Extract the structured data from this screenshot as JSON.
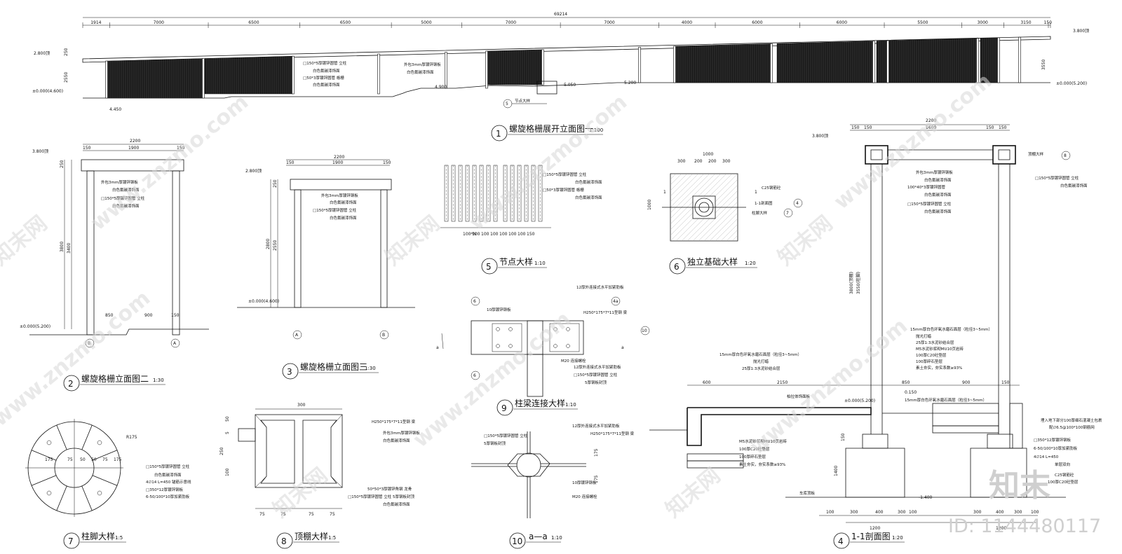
{
  "drawing_views": [
    {
      "number": "1",
      "title": "螺旋格栅展开立面图一",
      "scale": "1:100"
    },
    {
      "number": "2",
      "title": "螺旋格栅立面图二",
      "scale": "1:30"
    },
    {
      "number": "3",
      "title": "螺旋格栅立面图三",
      "scale": "1:30"
    },
    {
      "number": "4",
      "title": "1-1剖面图",
      "scale": "1:20"
    },
    {
      "number": "5",
      "title": "节点大样",
      "scale": "1:10"
    },
    {
      "number": "6",
      "title": "独立基础大样",
      "scale": "1:20"
    },
    {
      "number": "7",
      "title": "柱脚大样",
      "scale": "1:5"
    },
    {
      "number": "8",
      "title": "顶棚大样",
      "scale": "1:5"
    },
    {
      "number": "9",
      "title": "柱梁连接大样",
      "scale": "1:10"
    },
    {
      "number": "10",
      "title": "a—a",
      "scale": "1:10"
    }
  ],
  "elevation1": {
    "total": "69214",
    "spans": [
      "1914",
      "7000",
      "6500",
      "6500",
      "5000",
      "7000",
      "7000",
      "4000",
      "6000",
      "6000",
      "5500",
      "3000",
      "3150",
      "150"
    ],
    "levels": [
      "2.800顶",
      "±0.000(4.600)",
      "4.450",
      "4.900",
      "5.050",
      "5.200",
      "3.800顶",
      "±0.000(5.200)"
    ],
    "heights": [
      "250",
      "2550",
      "3550"
    ],
    "notes": [
      "□150*5厚镀锌圆管 立柱",
      "白色氟碳漆饰面",
      "□50*3厚镀锌圆管 格栅",
      "白色氟碳漆饰面",
      "外包3mm厚镀锌钢板",
      "白色氟碳漆饰面"
    ],
    "callout": "节点大样",
    "callout_ref": "5"
  },
  "elevation2": {
    "dims": [
      "2200",
      "150",
      "1900",
      "150",
      "250",
      "3800",
      "3400",
      "850",
      "900",
      "150"
    ],
    "levels": [
      "3.800顶",
      "±0.000(5.200)"
    ],
    "notes": [
      "外包3mm厚镀锌钢板",
      "白色氟碳漆饰面",
      "□150*5厚镀锌圆管 立柱",
      "白色氟碳漆饰面"
    ],
    "axes": [
      "B",
      "A"
    ]
  },
  "elevation3": {
    "dims": [
      "2200",
      "150",
      "1900",
      "150",
      "250",
      "2800",
      "2550"
    ],
    "levels": [
      "2.800顶",
      "±0.000(4.600)"
    ],
    "notes": [
      "外包3mm厚镀锌钢板",
      "白色氟碳漆饰面",
      "□150*5厚镀锌圆管 立柱",
      "白色氟碳漆饰面"
    ],
    "axes": [
      "A",
      "B"
    ]
  },
  "detail5": {
    "dims": [
      "100*N",
      "100",
      "100",
      "100",
      "100",
      "100",
      "100",
      "150"
    ],
    "notes": [
      "□150*5厚镀锌圆管 立柱",
      "白色氟碳漆饰面",
      "□50*3厚镀锌圆管 格栅",
      "白色氟碳漆饰面"
    ]
  },
  "detail6": {
    "dims": [
      "1000",
      "300",
      "200",
      "200",
      "300",
      "1000"
    ],
    "notes": [
      "C25钢筋砼",
      "1-1剖面图",
      "柱脚大样"
    ],
    "refs": [
      "4",
      "7"
    ],
    "cut": "1"
  },
  "section4": {
    "top_dims": [
      "2200",
      "150",
      "150",
      "1600",
      "150",
      "150"
    ],
    "bottom_dims": [
      "100",
      "300",
      "400",
      "300",
      "100",
      "1200",
      "300",
      "400",
      "300",
      "100",
      "1200"
    ],
    "mid_dims": [
      "600",
      "2150",
      "850",
      "900",
      "150"
    ],
    "levels": [
      "3.800顶",
      "±0.000(5.200)",
      "0.150",
      "-1.400"
    ],
    "labels": [
      "顶棚大样",
      "8",
      "3800(顶棚)",
      "3550(柱脚)",
      "1400",
      "150",
      "柏拉体饰面板",
      "车库顶板"
    ],
    "notes_left": [
      "15mm厚白色环氧水磨石面层（粒径3~5mm）",
      "抛光打蜡",
      "25厚1:3水泥砂结合层",
      "M5水泥砂浆砌MU10页岩砖",
      "100厚C20砼垫层",
      "100厚碎石垫层",
      "素土夯实，夯实系数≥93%"
    ],
    "notes_right_top": [
      "外包3mm厚镀锌钢板",
      "白色氟碳漆饰面",
      "100*40*3厚镀锌圆管",
      "白色氟碳漆饰面",
      "□150*5厚镀锌圆管 立柱",
      "白色氟碳漆饰面",
      "□150*5厚镀锌圆管 立柱",
      "白色氟碳漆饰面"
    ],
    "notes_right_mid": [
      "15mm厚白色环氧水磨石面层（粒径3~5mm）",
      "抛光打蜡",
      "25厚1:3水泥砂结合层",
      "M5水泥砂浆砌MU10页岩砖",
      "100厚C20砼垫层",
      "100厚碎石垫层",
      "素土夯实，夯实系数≥93%"
    ],
    "notes_right_bottom": [
      "埋入地下部分100厚细石混凝土包裹",
      "配∅6.5@100*100钢筋网",
      "□350*12厚镀锌钢板",
      "6-50/100*10厚加紧肋板",
      "4∅14 L=450",
      "单层双向",
      "C25钢筋砼",
      "100厚C20砼垫层"
    ]
  },
  "detail7": {
    "dims": [
      "175",
      "75",
      "50",
      "50",
      "75",
      "175",
      "R175"
    ],
    "notes": [
      "□150*5厚镀锌圆管 立柱",
      "白色氟碳漆饰面",
      "4∅14 L=450 锚筋示意线",
      "□350*12厚镀锌钢板",
      "6-50/100*10厚加紧肋板"
    ]
  },
  "detail8": {
    "dims": [
      "300",
      "75",
      "75",
      "75",
      "75",
      "50",
      "5",
      "250",
      "100"
    ],
    "notes": [
      "H250*175*7*11型钢 梁",
      "外包3mm厚镀锌钢板",
      "白色氟碳漆饰面",
      "50*50*3厚镀锌角钢 龙骨",
      "□150*5厚镀锌圆管 立柱 5厚钢板封顶",
      "白色氟碳漆饰面"
    ]
  },
  "detail9": {
    "notes": [
      "12厚外连接式水平加紧肋板",
      "H250*175*7*11型钢 梁",
      "10厚镀锌钢板",
      "M20 连接螺栓",
      "12厚外连接式水平加紧肋板",
      "□150*5厚镀锌圆管 立柱",
      "5厚钢板封顶"
    ],
    "refs": [
      "6",
      "4a",
      "10",
      "6"
    ],
    "cut": "a"
  },
  "detail10": {
    "notes": [
      "□150*5厚镀锌圆管 立柱",
      "5厚钢板封顶",
      "12厚外连接式水平加紧肋板",
      "H250*175*7*11型钢 梁",
      "10厚镀锌钢板",
      "M20 连接螺栓"
    ],
    "dims": [
      "175",
      "175"
    ]
  },
  "watermark": {
    "text": "www.znzmo.com",
    "short": "知末网"
  },
  "branding": {
    "logo": "知末",
    "id_text": "ID: 1144480117"
  }
}
